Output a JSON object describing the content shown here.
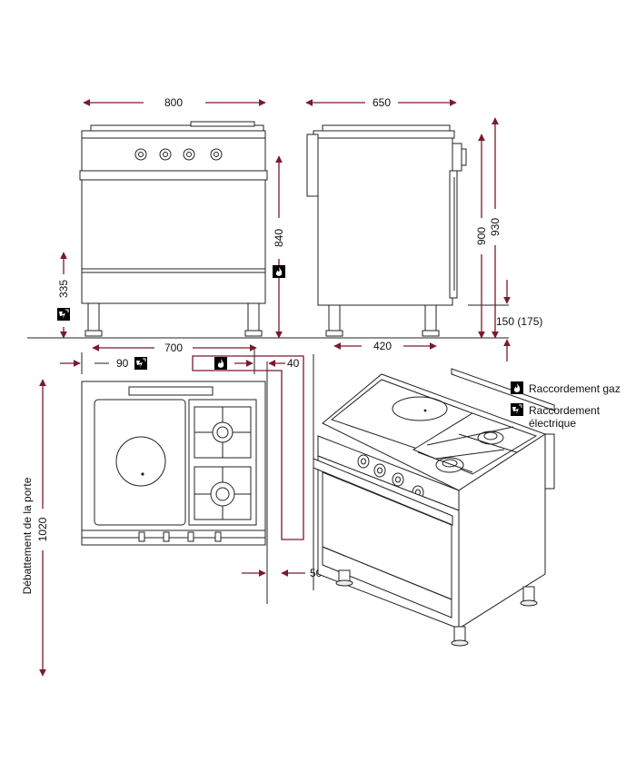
{
  "colors": {
    "accent": "#7a1a2c",
    "outline": "#222222"
  },
  "front_view": {
    "width_label": "800",
    "height_label": "840",
    "left_height_label": "335"
  },
  "side_view": {
    "width_label": "650",
    "height_900_label": "900",
    "height_930_label": "930",
    "leg_label": "150 (175)",
    "base_label": "420"
  },
  "top_view": {
    "width_label": "700",
    "left_offset_label": "90",
    "right_offset_label": "40",
    "bottom_offset_label": "50",
    "door_clearance_label": "1020",
    "door_clearance_caption": "Débattement de la porte"
  },
  "legend": {
    "gas_label": "Raccordement gaz",
    "gas_icon": "flame-icon",
    "elec_label_line1": "Raccordement",
    "elec_label_line2": "électrique",
    "elec_icon": "electric-plug-icon"
  }
}
